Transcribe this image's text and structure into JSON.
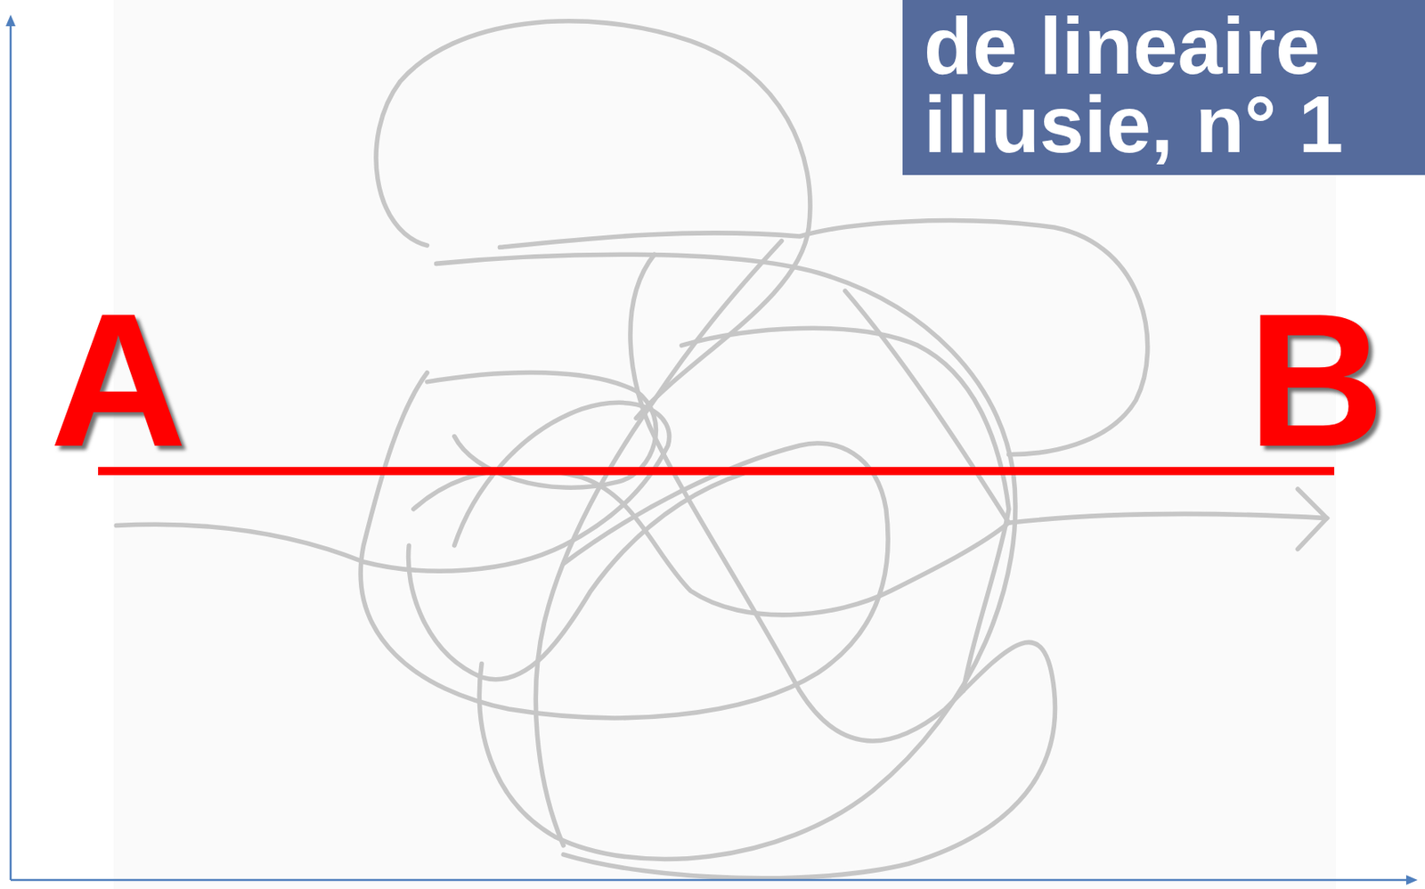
{
  "diagram": {
    "title": "de lineaire illusie, n° 1",
    "labels": [
      "A",
      "B"
    ]
  }
}
